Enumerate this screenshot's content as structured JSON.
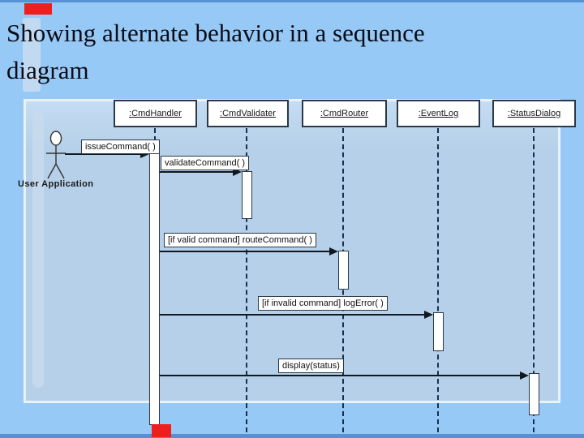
{
  "title": {
    "line1": "Showing alternate behavior in a sequence",
    "line2": "diagram"
  },
  "diagram_type": "uml-sequence-diagram",
  "actor": {
    "label": "User Application"
  },
  "lifelines": [
    {
      "name": ":CmdHandler"
    },
    {
      "name": ":CmdValidater"
    },
    {
      "name": ":CmdRouter"
    },
    {
      "name": ":EventLog"
    },
    {
      "name": ":StatusDialog"
    }
  ],
  "messages": [
    {
      "label": "issueCommand( )",
      "from": "User Application",
      "to": ":CmdHandler"
    },
    {
      "label": "validateCommand( )",
      "from": ":CmdHandler",
      "to": ":CmdValidater"
    },
    {
      "label": "[if valid command] routeCommand( )",
      "from": ":CmdHandler",
      "to": ":CmdRouter"
    },
    {
      "label": "[if invalid command] logError( )",
      "from": ":CmdHandler",
      "to": ":EventLog"
    },
    {
      "label": "display(status)",
      "from": ":CmdHandler",
      "to": ":StatusDialog"
    }
  ],
  "colors": {
    "background": "#97c9f7",
    "panel_fill": "#b5d0e8",
    "panel_border": "#e9f1f9",
    "edge_strip": "#5790d5",
    "box_border": "#2a3847",
    "lifeline_dash": "#16304f",
    "marker_red": "#ee1f1f"
  }
}
